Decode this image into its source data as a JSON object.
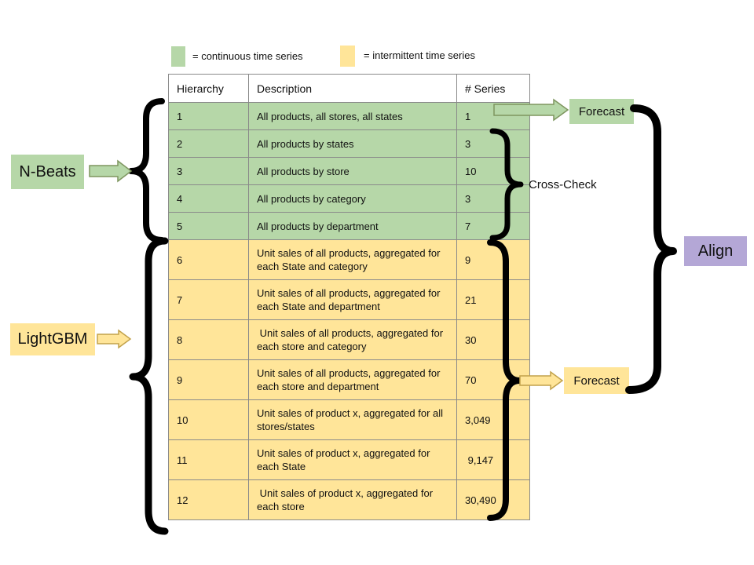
{
  "colors": {
    "continuous": "#b6d7a8",
    "intermittent": "#ffe599",
    "align": "#b4a7d6"
  },
  "legend": {
    "continuous_label": "= continuous time series",
    "intermittent_label": "= intermittent time series"
  },
  "table": {
    "headers": {
      "hierarchy": "Hierarchy",
      "description": "Description",
      "series": "# Series"
    },
    "rows": [
      {
        "hierarchy": "1",
        "description": "All products, all stores, all states",
        "series": "1",
        "type": "continuous"
      },
      {
        "hierarchy": "2",
        "description": "All products by states",
        "series": "3",
        "type": "continuous"
      },
      {
        "hierarchy": "3",
        "description": "All products by store",
        "series": "10",
        "type": "continuous"
      },
      {
        "hierarchy": "4",
        "description": "All products by category",
        "series": "3",
        "type": "continuous"
      },
      {
        "hierarchy": "5",
        "description": "All products by department",
        "series": "7",
        "type": "continuous"
      },
      {
        "hierarchy": "6",
        "description": "Unit sales of all products, aggregated for each State and category",
        "series": "9",
        "type": "intermittent"
      },
      {
        "hierarchy": "7",
        "description": "Unit sales of all products, aggregated for each State and department",
        "series": "21",
        "type": "intermittent"
      },
      {
        "hierarchy": "8",
        "description": " Unit sales of all products, aggregated for each store and category",
        "series": "30",
        "type": "intermittent"
      },
      {
        "hierarchy": "9",
        "description": "Unit sales of all products, aggregated for each store and department",
        "series": "70",
        "type": "intermittent"
      },
      {
        "hierarchy": "10",
        "description": "Unit sales of product x, aggregated for all stores/states",
        "series": "3,049",
        "type": "intermittent"
      },
      {
        "hierarchy": "11",
        "description": "Unit sales of product x, aggregated for each State",
        "series": " 9,147",
        "type": "intermittent"
      },
      {
        "hierarchy": "12",
        "description": " Unit sales of product x, aggregated for each store",
        "series": "30,490",
        "type": "intermittent"
      }
    ]
  },
  "annotations": {
    "nbeats": "N-Beats",
    "lightgbm": "LightGBM",
    "forecast_continuous": "Forecast",
    "forecast_intermittent": "Forecast",
    "cross_check": "Cross-Check",
    "align": "Align"
  }
}
